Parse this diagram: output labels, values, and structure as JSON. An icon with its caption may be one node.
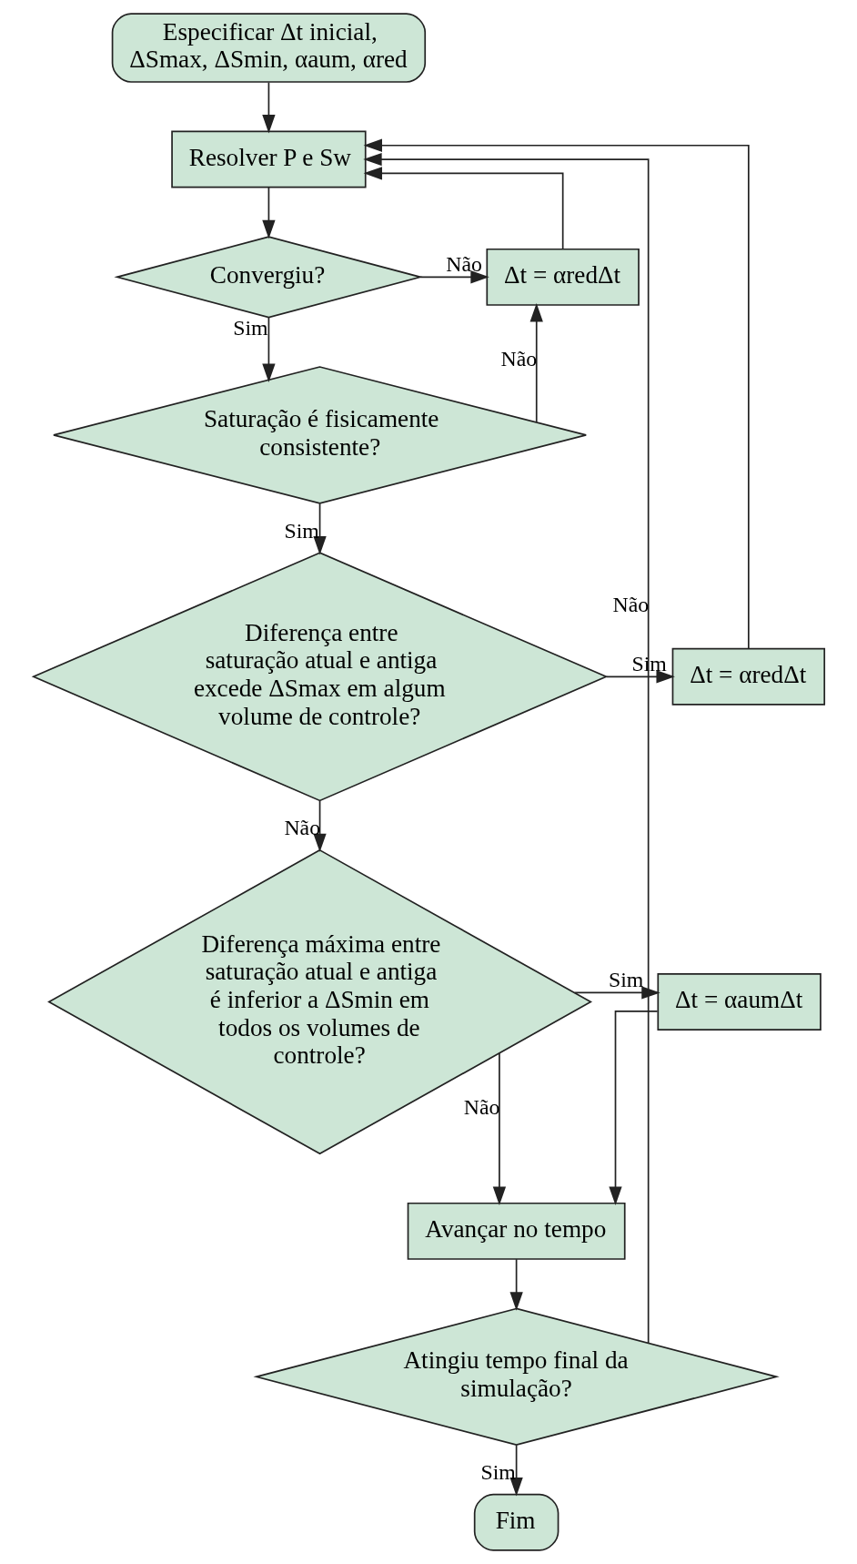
{
  "diagram": {
    "nodes": [
      {
        "text": [
          "Especificar Δt inicial, ΔSmax, ΔSmin, αaum, αred"
        ]
      },
      {
        "text": [
          "Resolver P e Sw"
        ]
      },
      {
        "text": [
          "Convergiu?"
        ]
      },
      {
        "text": [
          "Δt = αredΔt"
        ]
      },
      {
        "text": [
          "Saturação é fisicamente consistente?"
        ]
      },
      {
        "text": [
          "Diferença entre saturação atual e antiga excede ΔSmax em algum volume de controle?"
        ]
      },
      {
        "text": [
          "Δt = αredΔt"
        ]
      },
      {
        "text": [
          "Diferença máxima entre saturação atual e antiga é inferior a ΔSmin em todos os volumes de controle?"
        ]
      },
      {
        "text": [
          "Δt = αaumΔt"
        ]
      },
      {
        "text": [
          "Avançar no tempo"
        ]
      },
      {
        "text": [
          "Atingiu tempo final da simulação?"
        ]
      },
      {
        "text": [
          "Fim"
        ]
      }
    ],
    "edges": [
      {
        "from": 0,
        "to": 1,
        "arrow": "to"
      },
      {
        "from": 1,
        "to": 2,
        "arrow": "to"
      },
      {
        "from": 2,
        "to": 3,
        "arrow": "to",
        "label": "Não"
      },
      {
        "from": 3,
        "to": 1,
        "arrow": "to"
      },
      {
        "from": 2,
        "to": 4,
        "arrow": "to",
        "label": "Sim"
      },
      {
        "from": 4,
        "to": 3,
        "arrow": "to",
        "label": "Não"
      },
      {
        "from": 4,
        "to": 5,
        "arrow": "to",
        "label": "Sim"
      },
      {
        "from": 5,
        "to": 6,
        "arrow": "to",
        "label": "Sim"
      },
      {
        "from": 6,
        "to": 1,
        "arrow": "to"
      },
      {
        "from": 5,
        "to": 7,
        "arrow": "to",
        "label": "Não"
      },
      {
        "from": 7,
        "to": 8,
        "arrow": "to",
        "label": "Sim"
      },
      {
        "from": 7,
        "to": 9,
        "arrow": "to",
        "label": "Não"
      },
      {
        "from": 8,
        "to": 9,
        "arrow": "to"
      },
      {
        "from": 9,
        "to": 10,
        "arrow": "to"
      },
      {
        "from": 10,
        "to": 1,
        "arrow": "to",
        "label": "Não"
      },
      {
        "from": 10,
        "to": 11,
        "arrow": "to",
        "label": "Sim"
      }
    ]
  }
}
